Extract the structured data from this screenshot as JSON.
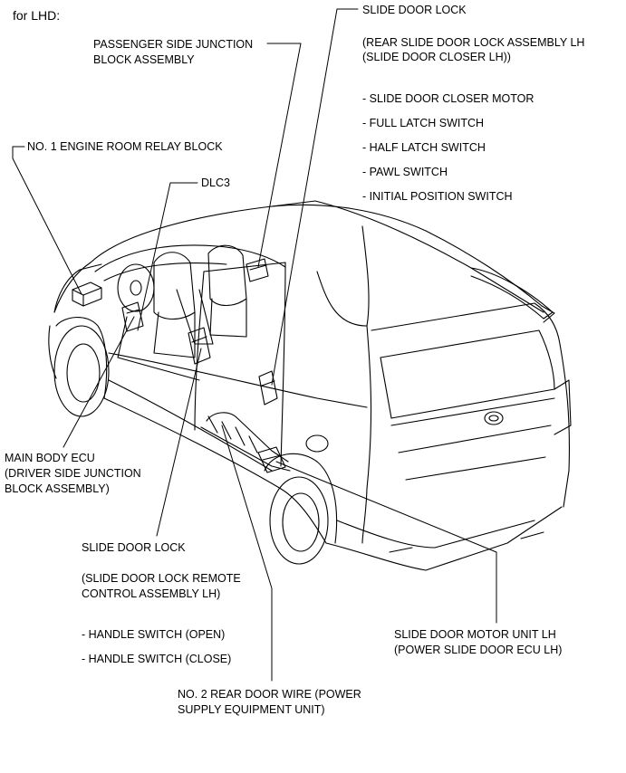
{
  "header": {
    "title": "for LHD:"
  },
  "labels": {
    "slide_door_lock_top": "SLIDE DOOR LOCK",
    "rear_slide_line1": "(REAR SLIDE DOOR LOCK ASSEMBLY LH",
    "rear_slide_line2": "(SLIDE DOOR CLOSER LH))",
    "closer_motor": "- SLIDE DOOR CLOSER MOTOR",
    "full_latch": "- FULL LATCH SWITCH",
    "half_latch": "- HALF LATCH SWITCH",
    "pawl": "- PAWL SWITCH",
    "initial_position": "- INITIAL POSITION SWITCH",
    "passenger_jb_line1": "PASSENGER SIDE JUNCTION",
    "passenger_jb_line2": "BLOCK ASSEMBLY",
    "engine_relay": "NO. 1 ENGINE ROOM RELAY BLOCK",
    "dlc3": "DLC3",
    "main_body_line1": "MAIN BODY ECU",
    "main_body_line2": "(DRIVER SIDE JUNCTION",
    "main_body_line3": "BLOCK ASSEMBLY)",
    "slide_door_lock_bottom": "SLIDE DOOR LOCK",
    "remote_line1": "(SLIDE DOOR LOCK REMOTE",
    "remote_line2": "CONTROL ASSEMBLY LH)",
    "handle_open": "- HANDLE SWITCH (OPEN)",
    "handle_close": "- HANDLE SWITCH (CLOSE)",
    "motor_unit_line1": "SLIDE DOOR MOTOR UNIT LH",
    "motor_unit_line2": "(POWER SLIDE DOOR ECU LH)",
    "rear_wire_line1": "NO. 2 REAR DOOR WIRE (POWER",
    "rear_wire_line2": "SUPPLY EQUIPMENT UNIT)"
  }
}
